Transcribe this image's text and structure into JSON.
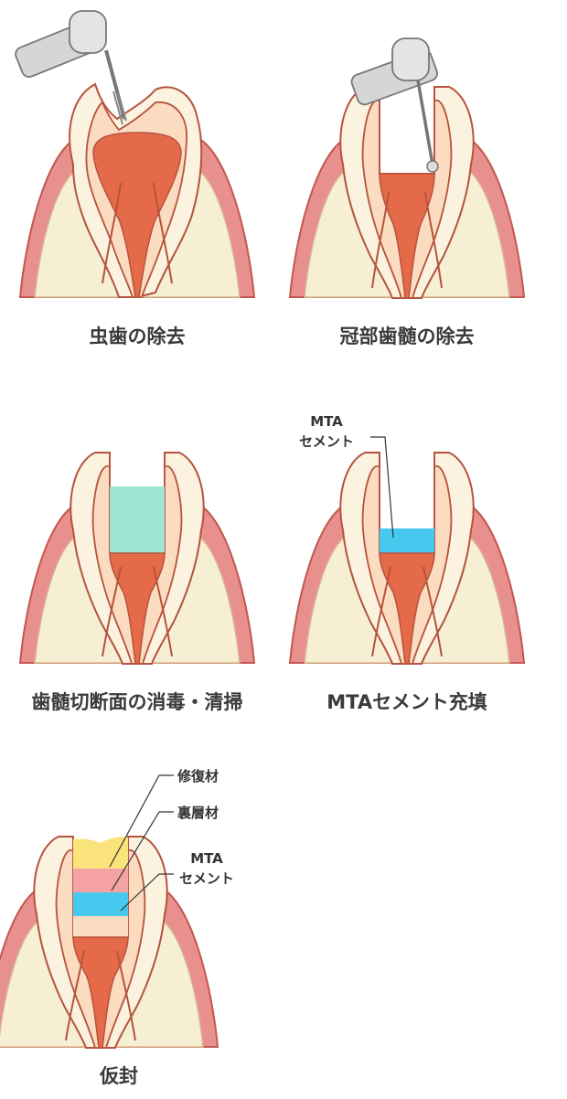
{
  "steps": [
    {
      "caption": "虫歯の除去"
    },
    {
      "caption": "冠部歯髄の除去"
    },
    {
      "caption": "歯髄切断面の消毒・清掃"
    },
    {
      "caption": "MTAセメント充填",
      "label_line1": "MTA",
      "label_line2": "セメント"
    },
    {
      "caption": "仮封",
      "label_restoration": "修復材",
      "label_liner": "裏層材",
      "label_line1": "MTA",
      "label_line2": "セメント"
    }
  ],
  "colors": {
    "gum": "#e7908d",
    "gum_outline": "#c2584f",
    "bone": "#f6efd4",
    "enamel": "#fbf3e0",
    "dentin": "#fbdcc0",
    "pulp": "#e56a4a",
    "outline": "#b5533e",
    "disinfect": "#9ee6d4",
    "mta": "#47c8ee",
    "liner": "#f4a2a3",
    "restoration": "#fbe37b",
    "tool": "#d6d6d6",
    "tool_outline": "#777777"
  }
}
